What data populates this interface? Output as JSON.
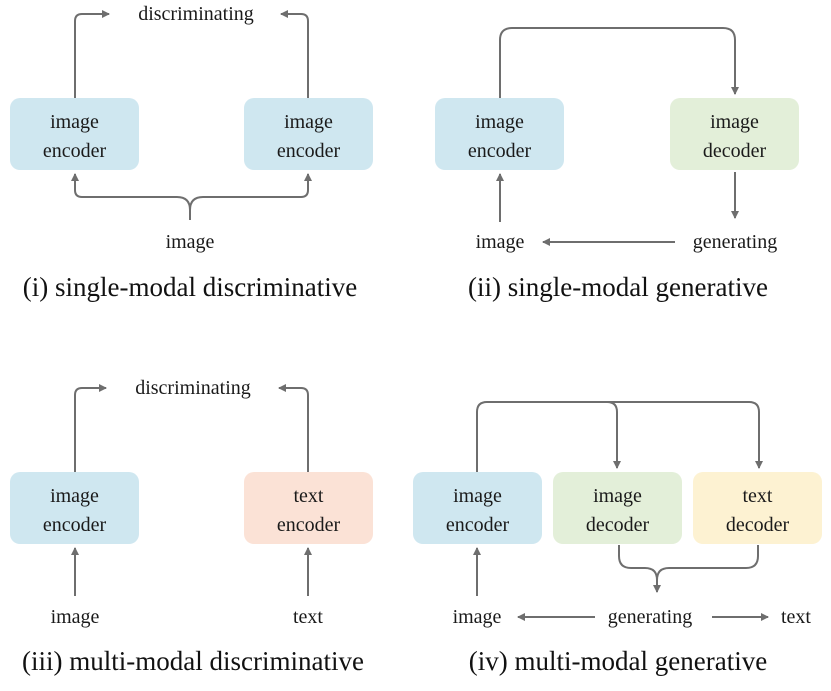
{
  "colors": {
    "image_encoder": "#cfe7f0",
    "image_decoder": "#e3efd9",
    "text_encoder": "#fbe2d6",
    "text_decoder": "#fdf2d2",
    "arrow": "#6e6e6e"
  },
  "panel_i": {
    "caption": "(i) single-modal discriminative",
    "top_label": "discriminating",
    "left_box": [
      "image",
      "encoder"
    ],
    "right_box": [
      "image",
      "encoder"
    ],
    "input_label": "image"
  },
  "panel_ii": {
    "caption": "(ii) single-modal generative",
    "encoder_box": [
      "image",
      "encoder"
    ],
    "decoder_box": [
      "image",
      "decoder"
    ],
    "input_label": "image",
    "output_label": "generating"
  },
  "panel_iii": {
    "caption": "(iii) multi-modal discriminative",
    "top_label": "discriminating",
    "left_box": [
      "image",
      "encoder"
    ],
    "right_box": [
      "text",
      "encoder"
    ],
    "left_input": "image",
    "right_input": "text"
  },
  "panel_iv": {
    "caption": "(iv) multi-modal generative",
    "encoder_box": [
      "image",
      "encoder"
    ],
    "image_decoder_box": [
      "image",
      "decoder"
    ],
    "text_decoder_box": [
      "text",
      "decoder"
    ],
    "input_label": "image",
    "middle_label": "generating",
    "right_label": "text"
  }
}
